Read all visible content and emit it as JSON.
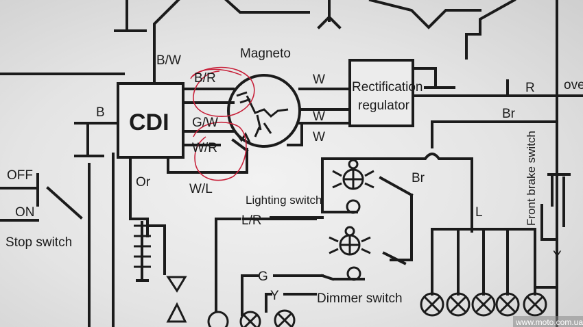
{
  "labels": {
    "magneto": "Magneto",
    "cdi": "CDI",
    "rectifier_line1": "Rectification",
    "rectifier_line2": "regulator",
    "bw": "B/W",
    "br_wire": "B/R",
    "gw": "G/W",
    "wr": "W/R",
    "wl": "W/L",
    "b": "B",
    "w1": "W",
    "w2": "W",
    "w3": "W",
    "r": "R",
    "ove": "ove",
    "br1": "Br",
    "br2": "Br",
    "or": "Or",
    "off": "OFF",
    "on": "ON",
    "stop_switch": "Stop switch",
    "lighting_switch": "Lighting switch",
    "lr": "L/R",
    "g": "G",
    "y1": "Y",
    "dimmer_switch": "Dimmer switch",
    "l": "L",
    "front_brake_switch": "Front brake switch",
    "y2": "Y",
    "watermark": "www.moto.com.ua"
  },
  "colors": {
    "wire": "#1b1b1b",
    "annotation_red": "#c8213a",
    "background": "#e8e8e8"
  }
}
